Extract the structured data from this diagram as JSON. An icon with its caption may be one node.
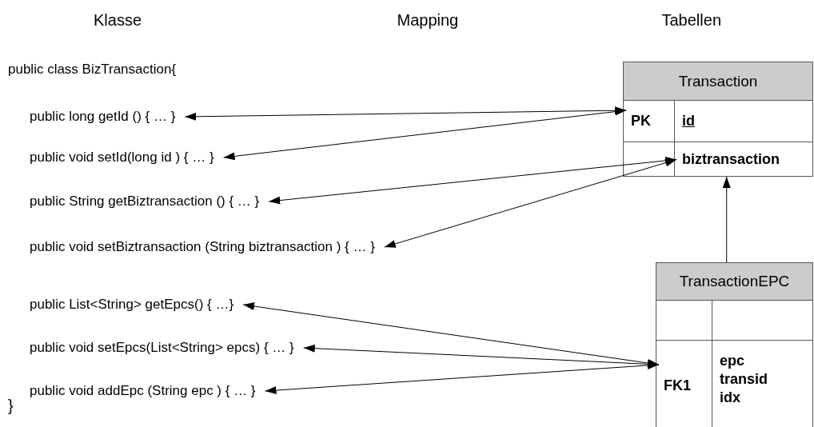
{
  "diagram": {
    "nodes": [
      {
        "text": [
          "Transaction"
        ]
      },
      {
        "text": [
          "PK",
          "id"
        ],
        "in": 0
      },
      {
        "text": [
          "biztransaction"
        ],
        "in": 0
      },
      {
        "text": [
          "TransactionEPC"
        ]
      },
      {
        "text": [],
        "shape": "box",
        "in": 3
      },
      {
        "text": [
          "FK1",
          "epc transid idx"
        ],
        "in": 3
      },
      {
        "text": [
          "public long getId () { … }"
        ]
      },
      {
        "text": [
          "public void setId(long id ) { … }"
        ]
      },
      {
        "text": [
          "public String getBiztransaction () { … }"
        ]
      },
      {
        "text": [
          "public void setBiztransaction (String biztransaction ) { … }"
        ]
      },
      {
        "text": [
          "public List<String> getEpcs() { …}"
        ]
      },
      {
        "text": [
          "public void setEpcs(List<String> epcs) { … }"
        ]
      },
      {
        "text": [
          "public void addEpc (String epc ) { … }"
        ]
      }
    ],
    "edges": [
      {
        "from": 1,
        "to": 6,
        "arrow": "both"
      },
      {
        "from": 1,
        "to": 7,
        "arrow": "both"
      },
      {
        "from": 2,
        "to": 8,
        "arrow": "both"
      },
      {
        "from": 2,
        "to": 9,
        "arrow": "both"
      },
      {
        "from": 5,
        "to": 10,
        "arrow": "both"
      },
      {
        "from": 5,
        "to": 11,
        "arrow": "both"
      },
      {
        "from": 5,
        "to": 12,
        "arrow": "both"
      },
      {
        "from": 3,
        "to": 0,
        "arrow": "to"
      }
    ],
    "labels": [
      "Klasse",
      "Mapping",
      "Tabellen",
      "public class BizTransaction{",
      "}"
    ]
  }
}
